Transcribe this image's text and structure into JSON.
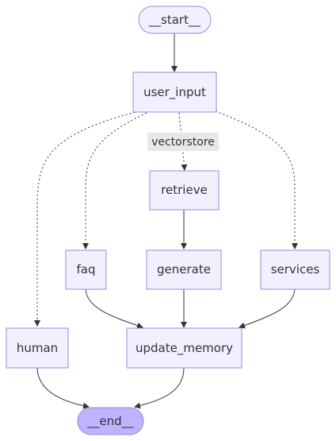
{
  "nodes": {
    "start": "__start__",
    "user_input": "user_input",
    "retrieve": "retrieve",
    "faq": "faq",
    "generate": "generate",
    "services": "services",
    "human": "human",
    "update_memory": "update_memory",
    "end": "__end__"
  },
  "edge_labels": {
    "vectorstore": "vectorstore"
  }
}
